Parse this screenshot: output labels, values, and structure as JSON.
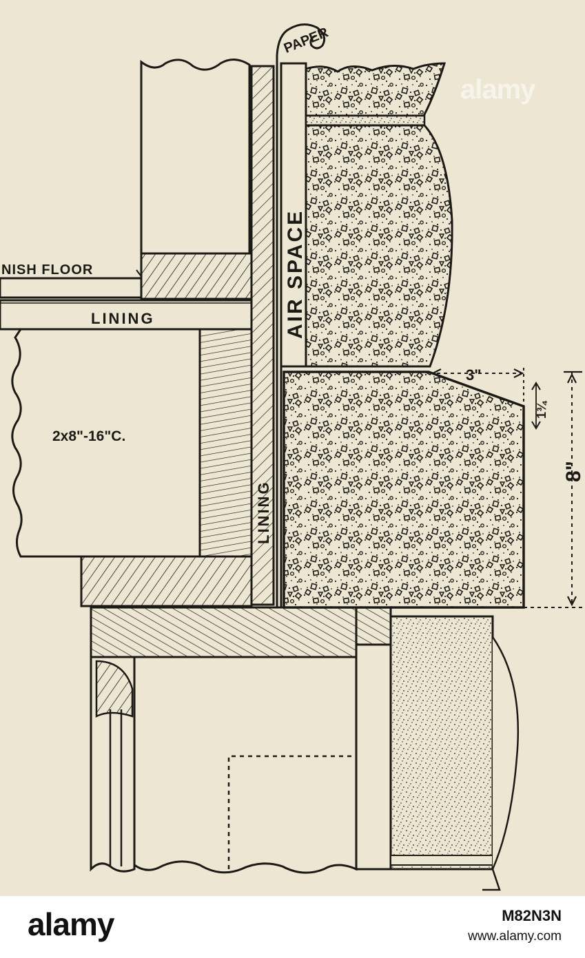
{
  "labels": {
    "paper": "PAPER",
    "air_space": "AIR SPACE",
    "finish_floor": "NISH FLOOR",
    "lining_horizontal": "LINING",
    "lining_vertical": "LINING",
    "joist": "2x8\"-16\"C.",
    "dim_3in": "3\"",
    "dim_1_3_4": "1¾",
    "dim_8in": "8\""
  },
  "watermark": {
    "text": "alamy"
  },
  "footer": {
    "logo": "alamy",
    "image_id": "M82N3N",
    "url": "www.alamy.com"
  },
  "colors": {
    "paper": "#ede6d2",
    "ink": "#1c1a16",
    "footer_bg": "#ffffff"
  }
}
